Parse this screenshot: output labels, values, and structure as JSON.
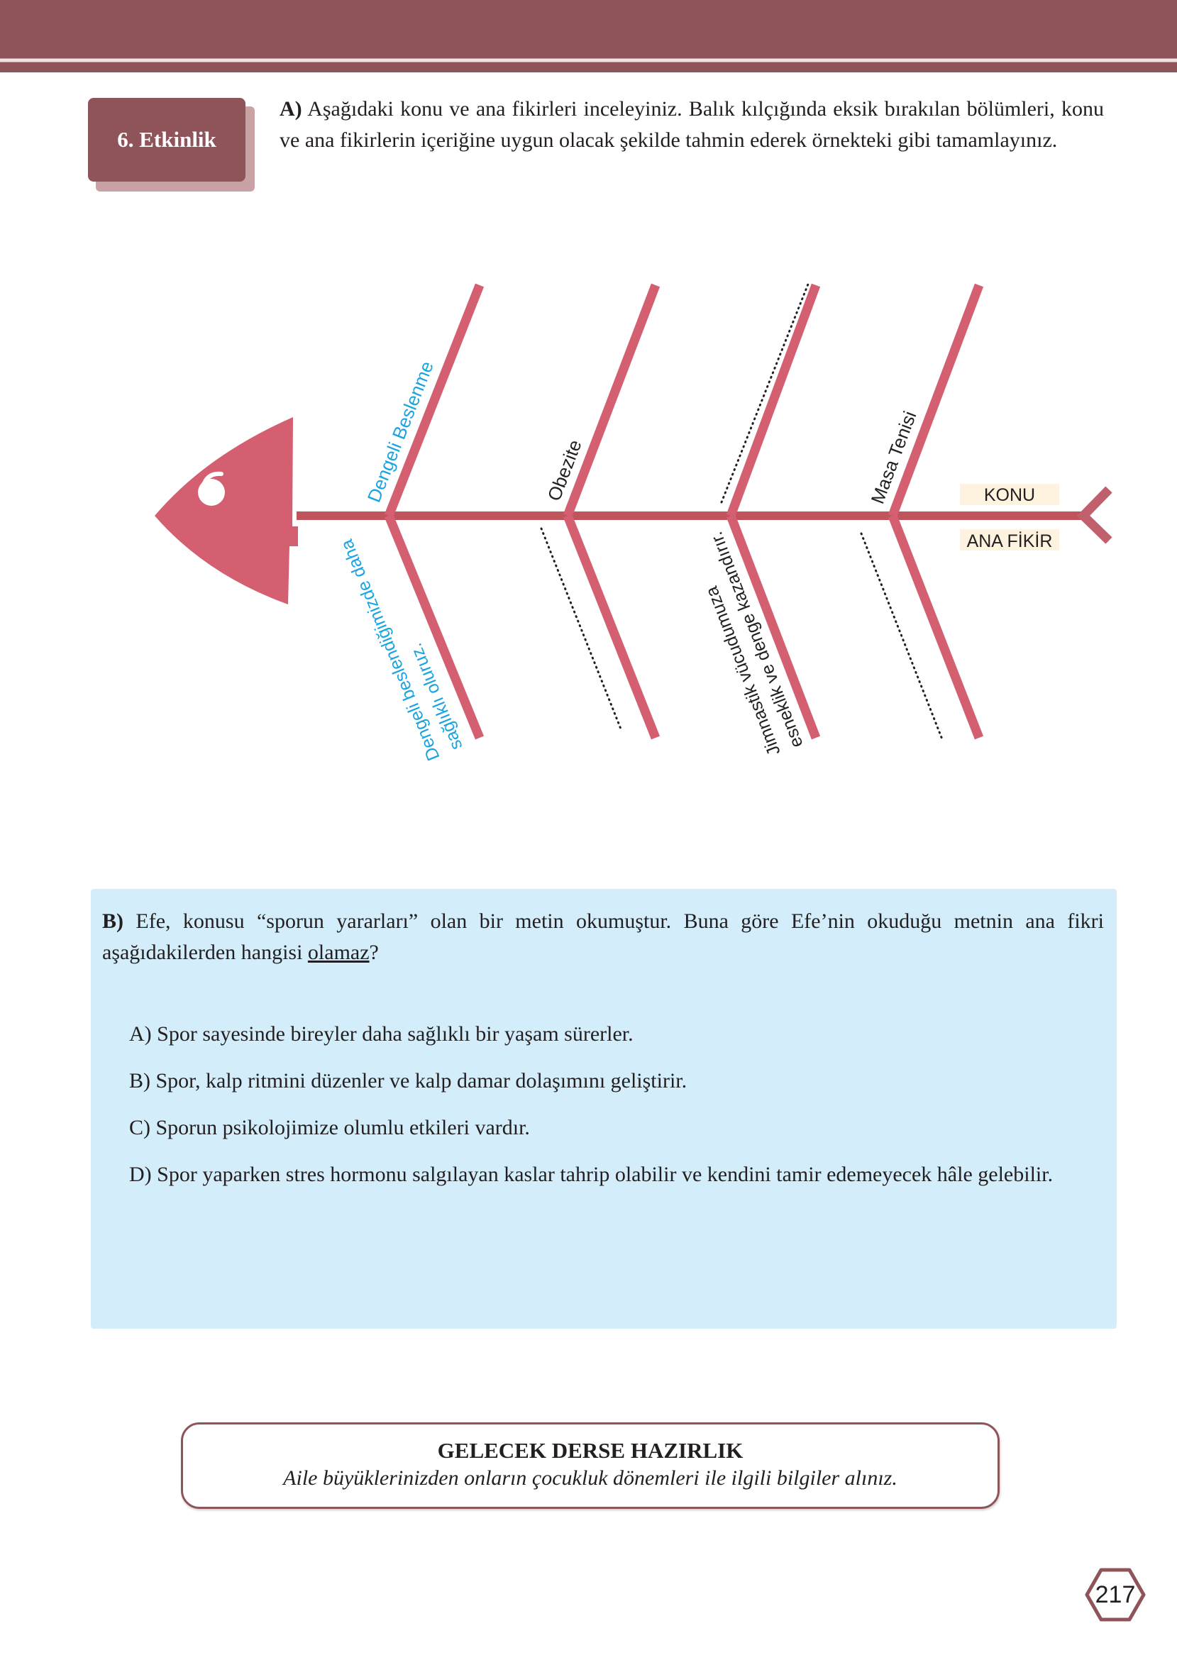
{
  "header": {
    "band_color": "#8f545a"
  },
  "activity": {
    "badge_label": "6. Etkinlik",
    "part_label": "A)",
    "instruction": "Aşağıdaki konu ve ana fikirleri inceleyiniz. Balık kılçığında eksik bırakılan bölümleri, konu ve ana fikirlerin içeriğine uygun olacak şekilde tahmin ederek örnekteki gibi tamamlayınız."
  },
  "fishbone": {
    "bone_color": "#d45f70",
    "spine_color": "#c0545c",
    "example_text_color": "#1aa4e0",
    "legend": {
      "topic_label": "KONU",
      "main_idea_label": "ANA FİKİR",
      "legend_bg": "#fdf3df"
    },
    "branches": [
      {
        "topic": "Dengeli Beslenme",
        "main_idea_line1": "Dengeli beslendiğimizde daha",
        "main_idea_line2": "sağlıklı oluruz.",
        "is_example": true
      },
      {
        "topic": "Obezite",
        "main_idea_line1": "",
        "main_idea_line2": "",
        "main_idea_blank": true
      },
      {
        "topic": "",
        "topic_blank": true,
        "main_idea_line1": "Jimnastik vücudumuza",
        "main_idea_line2": "esneklik ve denge kazandırır."
      },
      {
        "topic": "Masa Tenisi",
        "main_idea_line1": "",
        "main_idea_line2": "",
        "main_idea_blank": true
      }
    ]
  },
  "question": {
    "part_label": "B)",
    "stem_before": "Efe, konusu “sporun yararları” olan bir metin okumuştur. Buna göre Efe’nin okuduğu metnin ana fikri aşağıdakilerden hangisi ",
    "stem_underlined": "olamaz",
    "stem_after": "?",
    "options": [
      "A) Spor sayesinde bireyler daha sağlıklı bir yaşam sürerler.",
      "B) Spor, kalp ritmini düzenler ve kalp damar dolaşımını geliştirir.",
      "C) Sporun psikolojimize olumlu etkileri vardır.",
      "D) Spor yaparken stres hormonu salgılayan kaslar tahrip olabilir ve kendini tamir edemeyecek hâle gelebilir."
    ],
    "box_color": "#d3edfa"
  },
  "preparation": {
    "title": "GELECEK DERSE HAZIRLIK",
    "text": "Aile büyüklerinizden onların çocukluk dönemleri ile ilgili bilgiler alınız."
  },
  "page": {
    "number": "217"
  }
}
